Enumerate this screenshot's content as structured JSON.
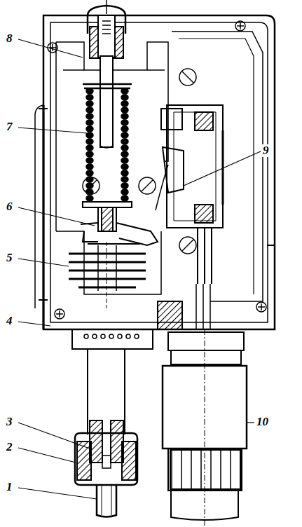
{
  "diagram": {
    "labels": [
      "8",
      "7",
      "6",
      "5",
      "4",
      "3",
      "2",
      "1",
      "9",
      "10"
    ]
  }
}
